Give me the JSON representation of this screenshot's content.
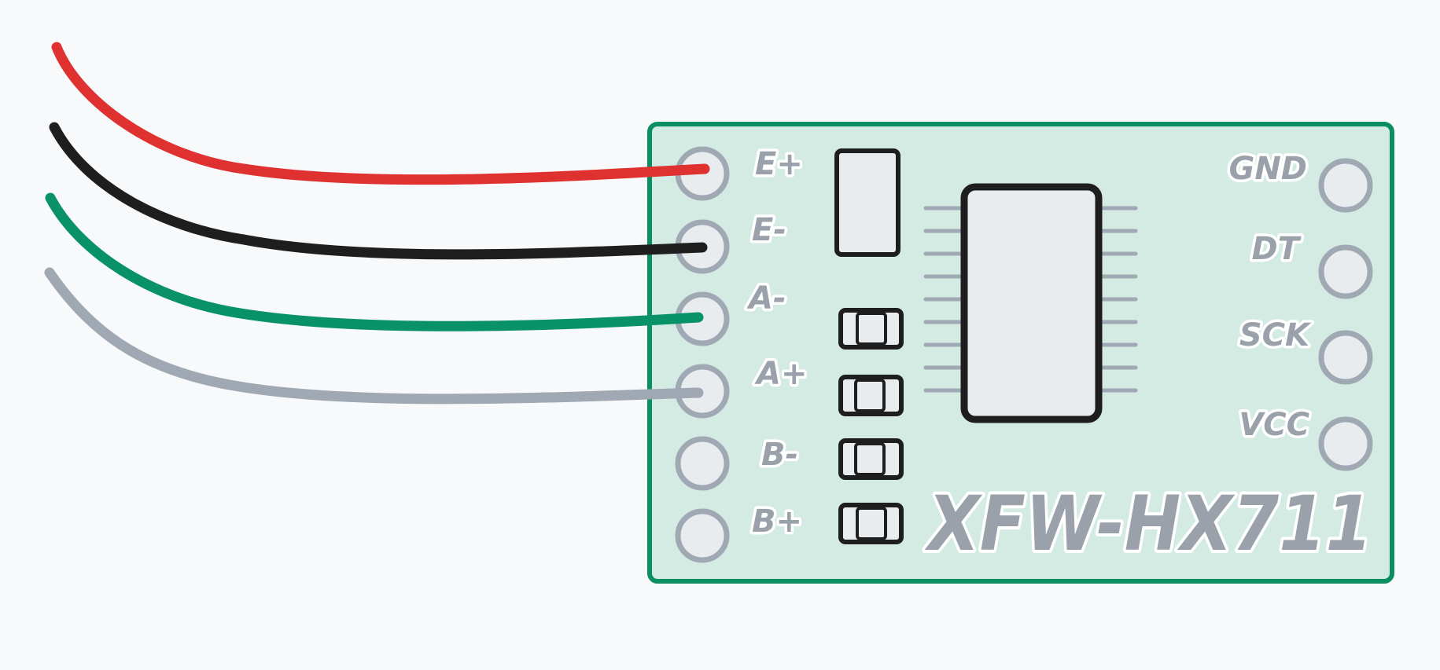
{
  "board": {
    "title": "XFW-HX711",
    "fill_color": "#d3ebe3",
    "border_color": "#0a8f63"
  },
  "left_pins": [
    {
      "label": "E+"
    },
    {
      "label": "E-"
    },
    {
      "label": "A-"
    },
    {
      "label": "A+"
    },
    {
      "label": "B-"
    },
    {
      "label": "B+"
    }
  ],
  "right_pins": [
    {
      "label": "GND"
    },
    {
      "label": "DT"
    },
    {
      "label": "SCK"
    },
    {
      "label": "VCC"
    }
  ],
  "wires": [
    {
      "color": "#e03131",
      "pin": "E+"
    },
    {
      "color": "#1e1e1e",
      "pin": "E-"
    },
    {
      "color": "#099268",
      "pin": "A-"
    },
    {
      "color": "#a0a8b3",
      "pin": "A+"
    }
  ],
  "colors": {
    "background": "#f8f9fa",
    "pin_ring": "#a0a8b3",
    "pin_fill": "#e9ecef",
    "chip_fill": "#e9ecef",
    "outline": "#1e1e1e"
  }
}
